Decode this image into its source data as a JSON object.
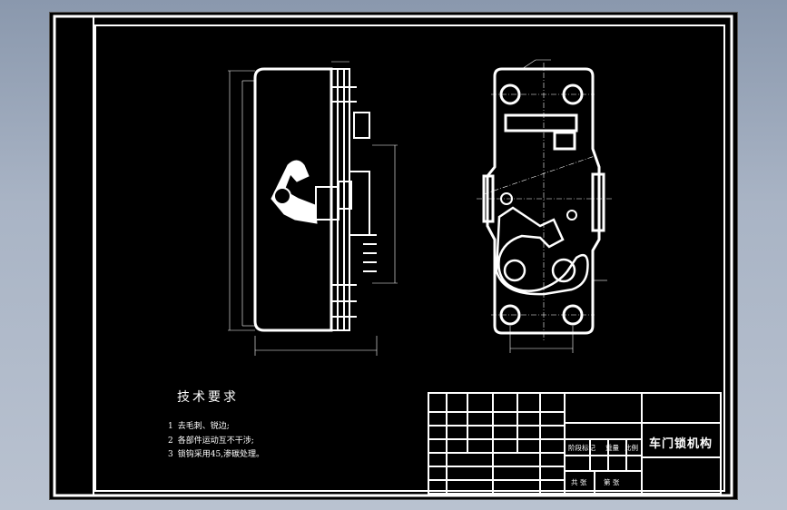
{
  "drawing": {
    "title": "车门锁机构",
    "technical_requirements": {
      "heading": "技术要求",
      "items": [
        {
          "num": "1",
          "text": "去毛刺、锐边;"
        },
        {
          "num": "2",
          "text": "各部件运动互不干涉;"
        },
        {
          "num": "3",
          "text": "锁钩采用45,渗碳处理。"
        }
      ]
    },
    "title_block": {
      "stage_label": "阶段标记",
      "weight_label": "重量",
      "scale_label": "比例",
      "sheet_label": "共 张",
      "page_label": "第 张"
    }
  },
  "colors": {
    "background": "#000000",
    "line": "#ffffff",
    "window": "#9aa6b8"
  }
}
